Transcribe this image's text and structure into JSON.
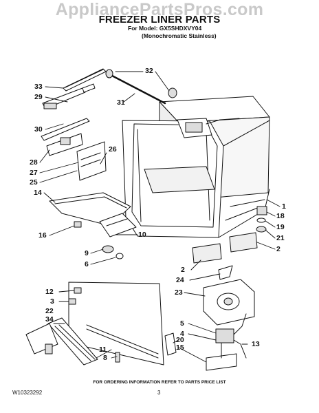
{
  "watermark": "AppliancePartsPros.com",
  "header": {
    "title": "FREEZER LINER PARTS",
    "model_line": "For Model: GX5SHDXVY04",
    "variant_line": "(Monochromatic Stainless)"
  },
  "callouts": [
    {
      "id": "c33",
      "label": "33"
    },
    {
      "id": "c29",
      "label": "29"
    },
    {
      "id": "c30",
      "label": "30"
    },
    {
      "id": "c28",
      "label": "28"
    },
    {
      "id": "c27",
      "label": "27"
    },
    {
      "id": "c25",
      "label": "25"
    },
    {
      "id": "c26",
      "label": "26"
    },
    {
      "id": "c14",
      "label": "14"
    },
    {
      "id": "c16",
      "label": "16"
    },
    {
      "id": "c10",
      "label": "10"
    },
    {
      "id": "c9",
      "label": "9"
    },
    {
      "id": "c6",
      "label": "6"
    },
    {
      "id": "c32",
      "label": "32"
    },
    {
      "id": "c31",
      "label": "31"
    },
    {
      "id": "c1",
      "label": "1"
    },
    {
      "id": "c18",
      "label": "18"
    },
    {
      "id": "c19",
      "label": "19"
    },
    {
      "id": "c21",
      "label": "21"
    },
    {
      "id": "c2a",
      "label": "2"
    },
    {
      "id": "c2b",
      "label": "2"
    },
    {
      "id": "c24",
      "label": "24"
    },
    {
      "id": "c23",
      "label": "23"
    },
    {
      "id": "c12",
      "label": "12"
    },
    {
      "id": "c3",
      "label": "3"
    },
    {
      "id": "c22",
      "label": "22"
    },
    {
      "id": "c34",
      "label": "34"
    },
    {
      "id": "c11",
      "label": "11"
    },
    {
      "id": "c8",
      "label": "8"
    },
    {
      "id": "c5",
      "label": "5"
    },
    {
      "id": "c4",
      "label": "4"
    },
    {
      "id": "c20",
      "label": "20"
    },
    {
      "id": "c15",
      "label": "15"
    },
    {
      "id": "c13",
      "label": "13"
    }
  ],
  "footer": {
    "note": "FOR ORDERING INFORMATION REFER TO PARTS PRICE LIST",
    "doc_id": "W10323292",
    "page": "3"
  }
}
